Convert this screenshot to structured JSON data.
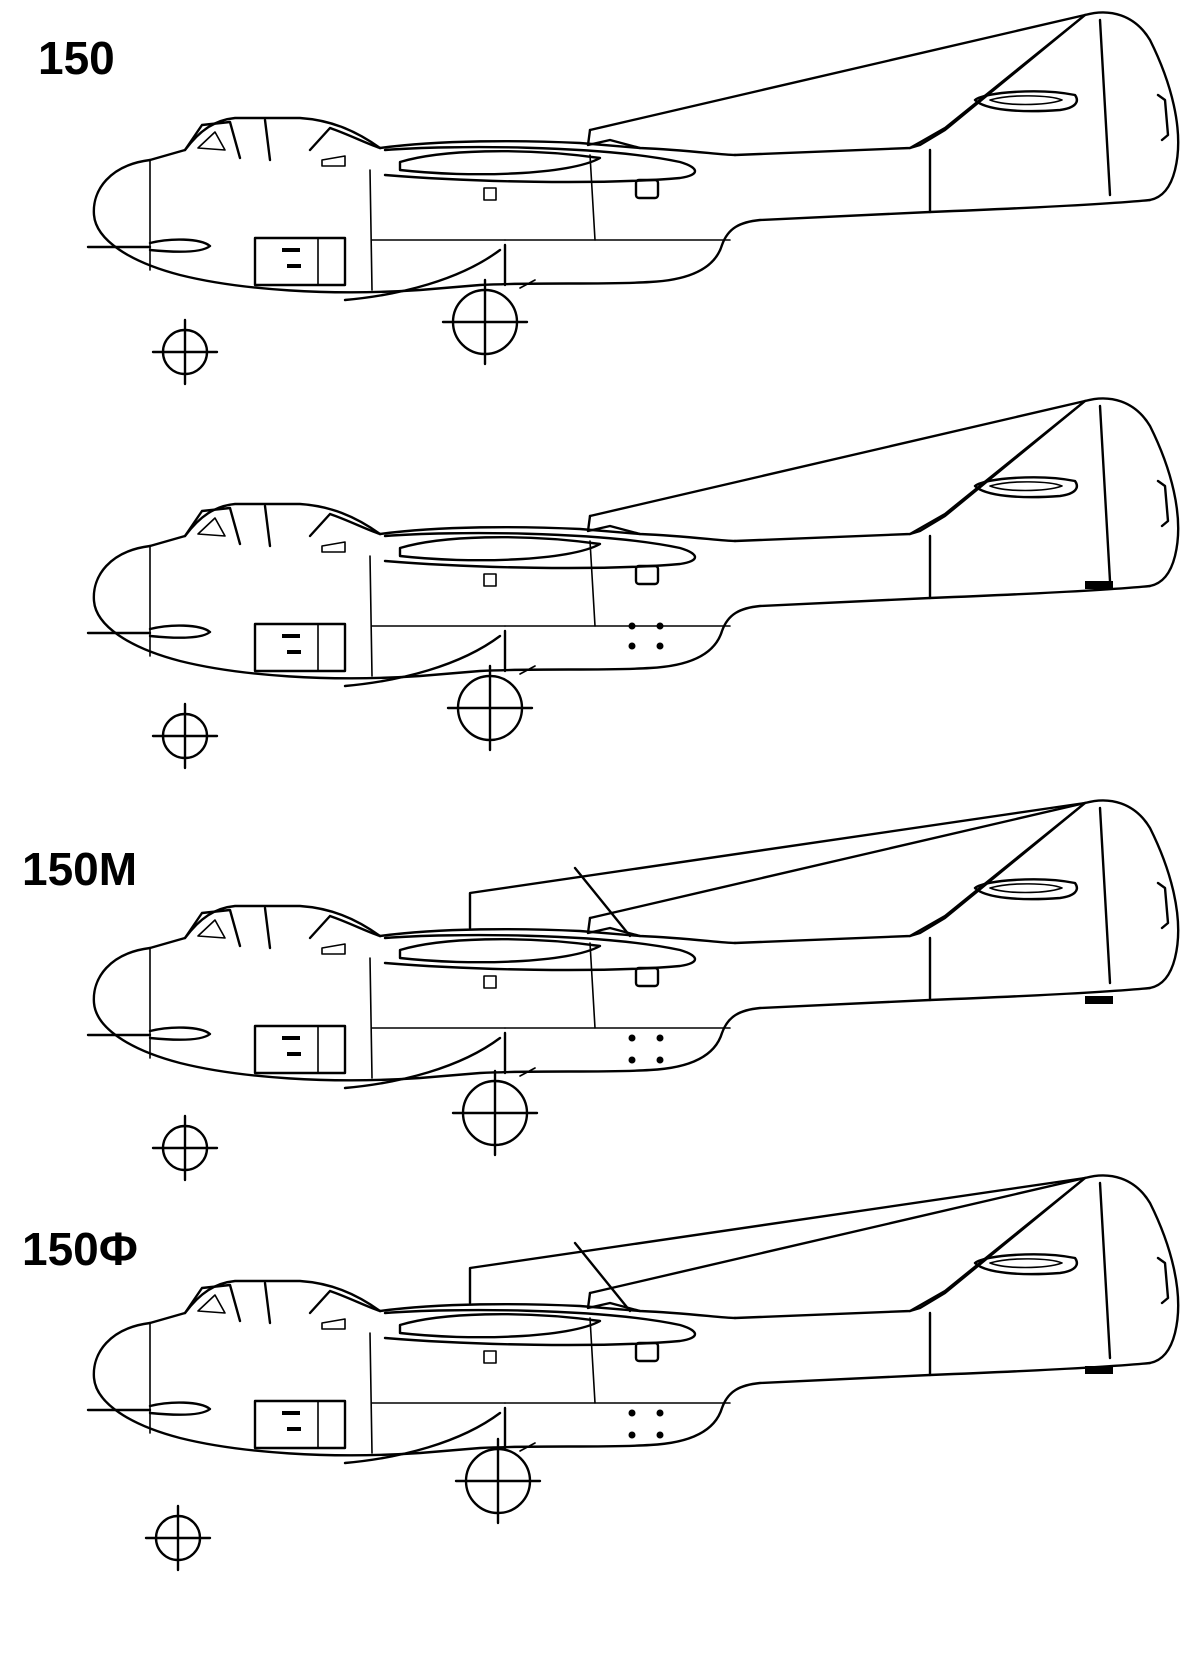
{
  "figure": {
    "variants": [
      {
        "label": "150"
      },
      {
        "label": ""
      },
      {
        "label": "150M"
      },
      {
        "label": "150Ф"
      }
    ]
  }
}
